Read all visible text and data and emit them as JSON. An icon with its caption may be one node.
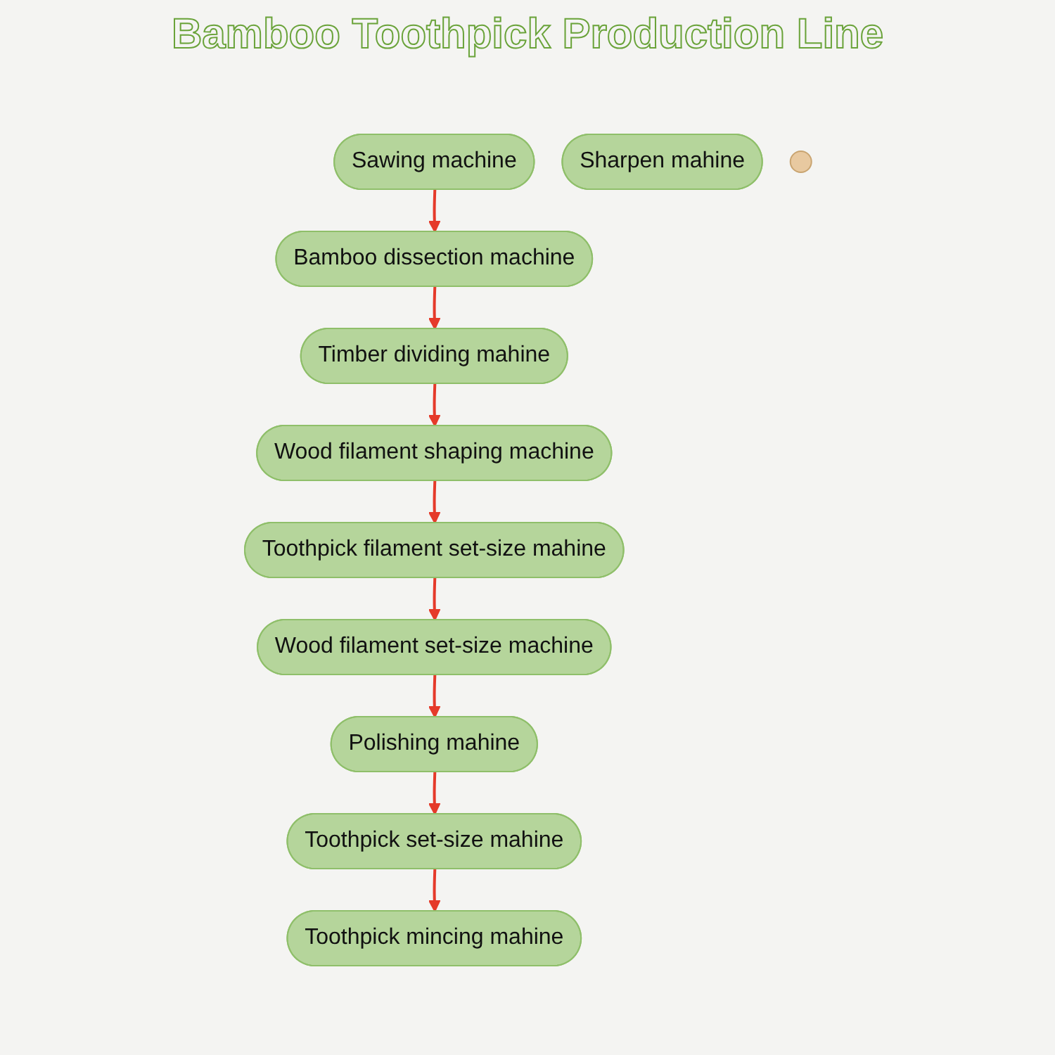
{
  "diagram": {
    "title": "Bamboo Toothpick Production Line",
    "nodes": [
      {
        "text": [
          "Sawing machine"
        ]
      },
      {
        "text": [
          "Bamboo dissection machine"
        ]
      },
      {
        "text": [
          "Timber dividing mahine"
        ]
      },
      {
        "text": [
          "Wood filament shaping machine"
        ]
      },
      {
        "text": [
          "Toothpick filament set-size mahine"
        ]
      },
      {
        "text": [
          "Wood filament set-size machine"
        ]
      },
      {
        "text": [
          "Polishing mahine"
        ]
      },
      {
        "text": [
          "Toothpick set-size mahine"
        ]
      },
      {
        "text": [
          "Toothpick mincing mahine"
        ]
      },
      {
        "text": [
          "Sharpen mahine"
        ]
      },
      {
        "text": [],
        "shape": "circle"
      }
    ],
    "edges": [
      {
        "from": 0,
        "to": 1,
        "arrow": "to"
      },
      {
        "from": 1,
        "to": 2,
        "arrow": "to"
      },
      {
        "from": 2,
        "to": 3,
        "arrow": "to"
      },
      {
        "from": 3,
        "to": 4,
        "arrow": "to"
      },
      {
        "from": 4,
        "to": 5,
        "arrow": "to"
      },
      {
        "from": 5,
        "to": 6,
        "arrow": "to"
      },
      {
        "from": 6,
        "to": 7,
        "arrow": "to"
      },
      {
        "from": 7,
        "to": 8,
        "arrow": "to"
      }
    ]
  }
}
